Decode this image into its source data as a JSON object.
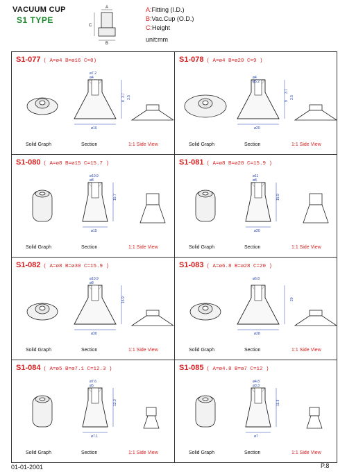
{
  "header": {
    "title": "VACUUM CUP",
    "type": "S1  TYPE",
    "legend": [
      {
        "key": "A:",
        "text": "Fitting (I.D.)"
      },
      {
        "key": "B:",
        "text": "Vac.Cup (O.D.)"
      },
      {
        "key": "C:",
        "text": "Height"
      }
    ],
    "unit": "unit:mm",
    "diagram_labels": {
      "a": "A",
      "b": "B",
      "c": "C"
    }
  },
  "column_labels": {
    "solid": "Solid Graph",
    "section": "Section",
    "side": "1:1 Side View"
  },
  "products": [
    {
      "code": "S1-077",
      "dims": "( A=ø4  B=ø16  C=8)",
      "section_labels": [
        "ø7.2",
        "ø4",
        "3.7",
        "3.5",
        "8",
        "ø16"
      ]
    },
    {
      "code": "S1-078",
      "dims": "( A=ø4  B=ø20  C=9 )",
      "section_labels": [
        "3.7",
        "ø4",
        "ø5.2",
        "3.5",
        "9",
        "ø20"
      ]
    },
    {
      "code": "S1-080",
      "dims": "( A=ø8  B=ø15  C=15.7 )",
      "section_labels": [
        "ø10.9",
        "ø8",
        "15.7",
        "ø15"
      ]
    },
    {
      "code": "S1-081",
      "dims": "( A=ø8  B=ø20  C=15.9 )",
      "section_labels": [
        "ø11",
        "ø8",
        "15.9",
        "ø20"
      ]
    },
    {
      "code": "S1-082",
      "dims": "( A=ø8  B=ø30  C=15.9 )",
      "section_labels": [
        "ø10.9",
        "ø8",
        "15.9",
        "ø30"
      ]
    },
    {
      "code": "S1-083",
      "dims": "( A=ø6.8  B=ø28  C=20 )",
      "section_labels": [
        "ø6.8",
        "20",
        "ø28"
      ]
    },
    {
      "code": "S1-084",
      "dims": "( A=ø5  B=ø7.1  C=12.3 )",
      "section_labels": [
        "ø7.6",
        "ø5",
        "12.3",
        "ø7.1"
      ]
    },
    {
      "code": "S1-085",
      "dims": "( A=ø4.8  B=ø7  C=12 )",
      "section_labels": [
        "ø4.8",
        "ø3.3",
        "11.9",
        "ø7"
      ]
    }
  ],
  "footer": {
    "date": "01-01-2001",
    "page": "P.8"
  }
}
